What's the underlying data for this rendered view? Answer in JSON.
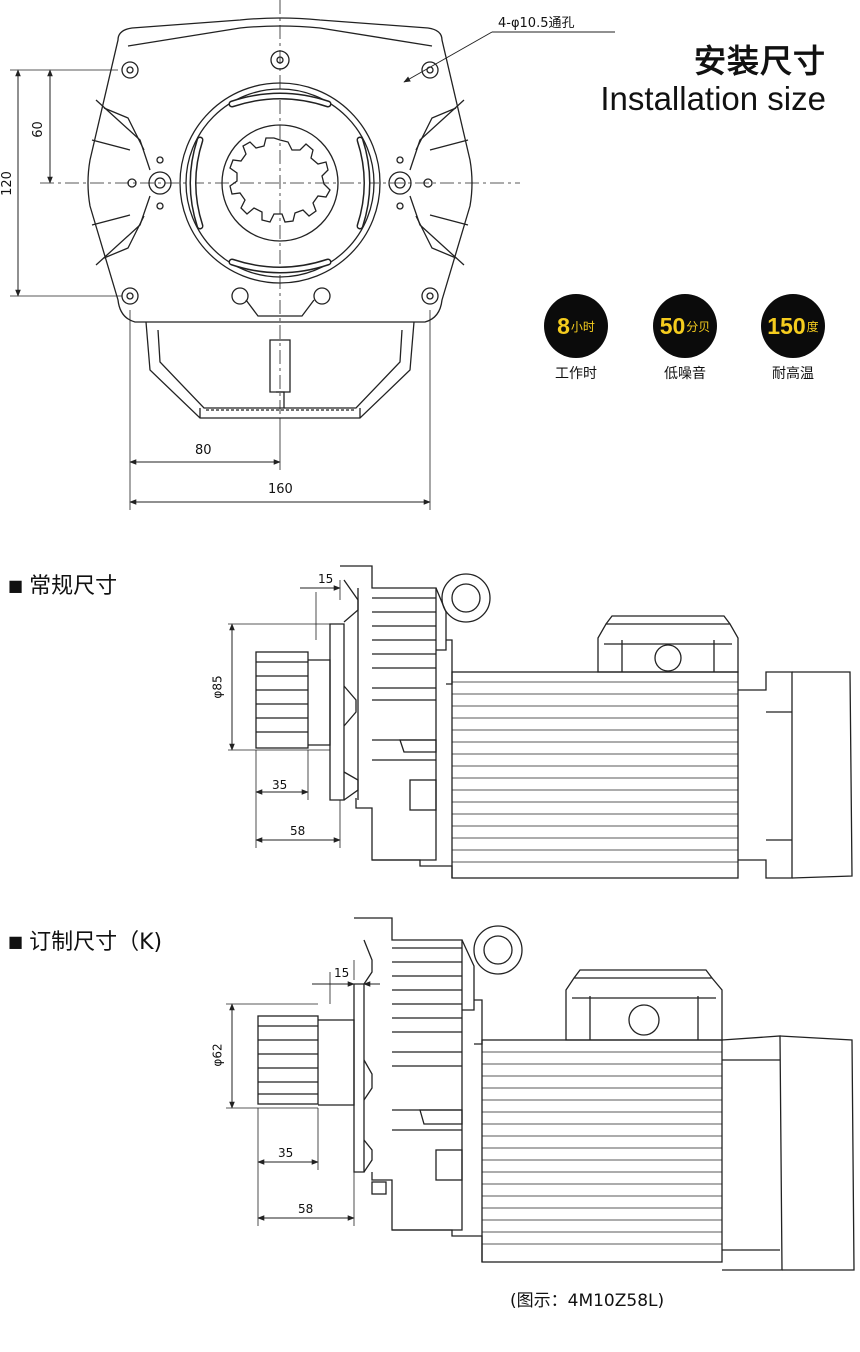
{
  "header": {
    "title_cn": "安装尺寸",
    "title_en": "Installation size"
  },
  "features": [
    {
      "value": "8",
      "unit": "小时",
      "label": "工作时"
    },
    {
      "value": "50",
      "unit": "分贝",
      "label": "低噪音"
    },
    {
      "value": "150",
      "unit": "度",
      "label": "耐高温"
    }
  ],
  "top_view": {
    "hole_note": "4-φ10.5通孔",
    "dim_60": "60",
    "dim_120": "120",
    "dim_80": "80",
    "dim_160": "160"
  },
  "standard": {
    "section_title": "常规尺寸",
    "dim_15": "15",
    "dim_dia": "φ85",
    "dim_35": "35",
    "dim_58": "58"
  },
  "custom": {
    "section_title": "订制尺寸（K)",
    "dim_15": "15",
    "dim_dia": "φ62",
    "dim_35": "35",
    "dim_58": "58"
  },
  "caption": "(图示：4M10Z58L)",
  "colors": {
    "badge_bg": "#0b0b0b",
    "badge_text": "#f5cc1e",
    "line": "#222222"
  }
}
